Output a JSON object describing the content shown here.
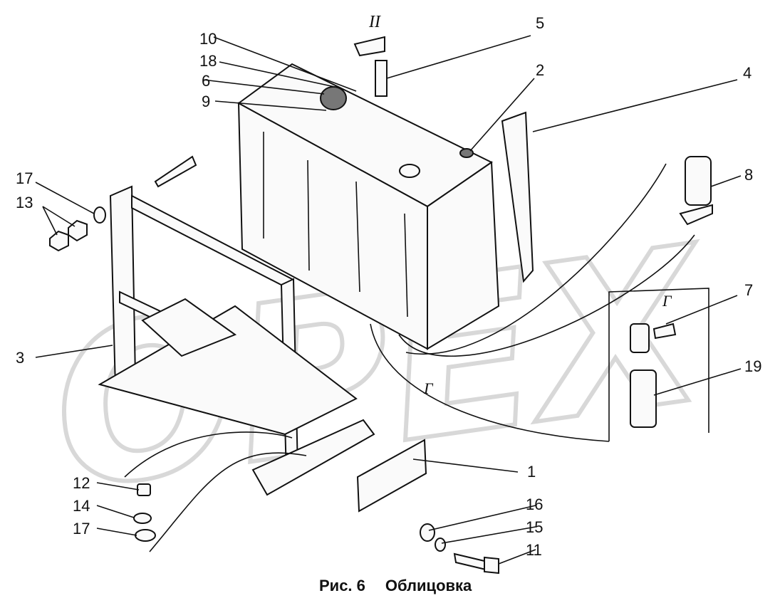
{
  "figure": {
    "number": "Рис. 6",
    "title": "Облицовка"
  },
  "view_labels": {
    "view_roman": "II",
    "view_detail_upper": "Г",
    "view_detail_lower": "Г"
  },
  "watermark": "OPEX",
  "callouts": [
    "1",
    "2",
    "3",
    "4",
    "5",
    "6",
    "7",
    "8",
    "9",
    "10",
    "11",
    "12",
    "13",
    "14",
    "15",
    "16",
    "17",
    "17",
    "18",
    "19"
  ]
}
